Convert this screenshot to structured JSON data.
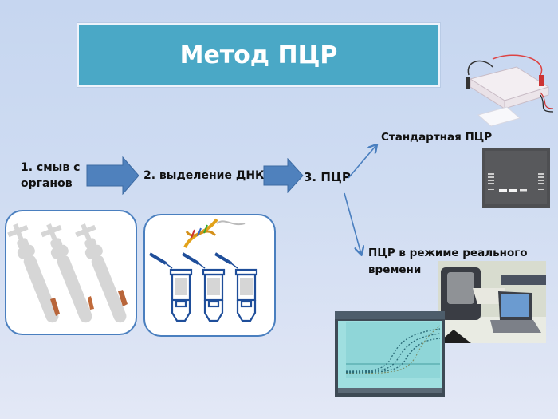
{
  "title": "Метод ПЦР",
  "steps": [
    {
      "label_line1": "1. смыв с",
      "label_line2": "органов"
    },
    {
      "label": "2. выделение ДНК"
    },
    {
      "label": "3. ПЦР"
    }
  ],
  "branches": [
    {
      "label": "Стандартная ПЦР"
    },
    {
      "label_line1": "ПЦР в режиме реального",
      "label_line2": "времени"
    }
  ],
  "colors": {
    "title_bg": "#4aa8c6",
    "arrow_fill": "#4f81bd",
    "panel_border": "#4a7fbf",
    "thin_arrow": "#4a7fbf"
  }
}
